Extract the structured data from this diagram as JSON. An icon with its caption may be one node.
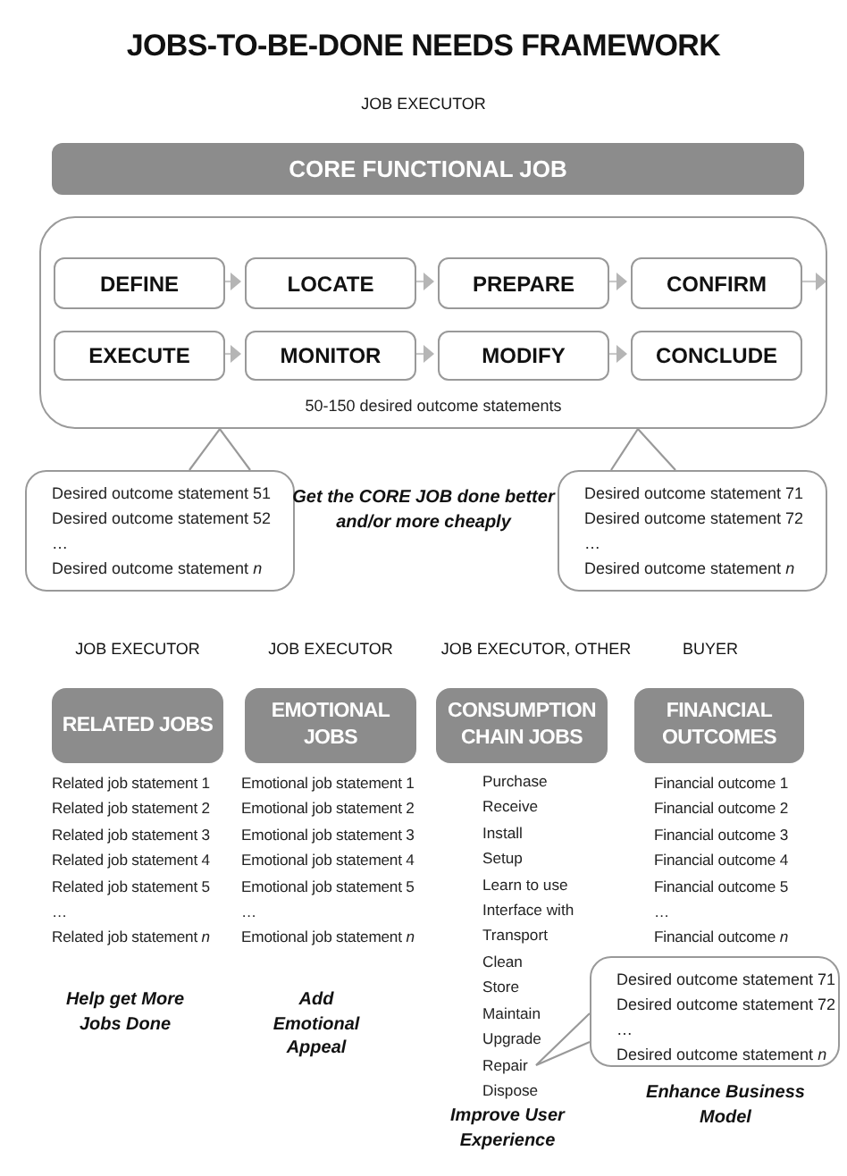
{
  "diagram": {
    "title": "JOBS-TO-BE-DONE NEEDS FRAMEWORK",
    "nodes": [
      {
        "text": [
          "CORE FUNCTIONAL JOB"
        ]
      },
      {
        "text": [
          "50-150 desired outcome statements"
        ]
      },
      {
        "text": [
          "DEFINE"
        ],
        "in": 1
      },
      {
        "text": [
          "LOCATE"
        ],
        "in": 1
      },
      {
        "text": [
          "PREPARE"
        ],
        "in": 1
      },
      {
        "text": [
          "CONFIRM"
        ],
        "in": 1
      },
      {
        "text": [
          "EXECUTE"
        ],
        "in": 1
      },
      {
        "text": [
          "MONITOR"
        ],
        "in": 1
      },
      {
        "text": [
          "MODIFY"
        ],
        "in": 1
      },
      {
        "text": [
          "CONCLUDE"
        ],
        "in": 1
      },
      {
        "text": [
          "Desired outcome statement 51",
          "Desired outcome statement 52",
          "…",
          "Desired outcome statement *n*"
        ]
      },
      {
        "text": [
          "Desired outcome statement 71",
          "Desired outcome statement 72",
          "…",
          "Desired outcome statement *n*"
        ]
      },
      {
        "text": [
          "RELATED JOBS"
        ],
        "beside": [
          "Related job statement 1",
          "Related job statement 2",
          "Related job statement 3",
          "Related job statement 4",
          "Related job statement 5",
          "…",
          "Related job statement *n*"
        ]
      },
      {
        "text": [
          "EMOTIONAL JOBS"
        ],
        "beside": [
          "Emotional job statement 1",
          "Emotional job statement 2",
          "Emotional job statement 3",
          "Emotional job statement 4",
          "Emotional job statement 5",
          "…",
          "Emotional job statement *n*"
        ]
      },
      {
        "text": [
          "CONSUMPTION CHAIN JOBS"
        ]
      },
      {
        "text": [
          "FINANCIAL OUTCOMES"
        ],
        "beside": [
          "Financial outcome 1",
          "Financial outcome 2",
          "Financial outcome 3",
          "Financial outcome 4",
          "Financial outcome 5",
          "…",
          "Financial outcome *n*"
        ]
      },
      {
        "text": [
          "Repair"
        ]
      },
      {
        "text": [
          "Desired outcome statement 71",
          "Desired outcome statement 72",
          "…",
          "Desired outcome statement *n*"
        ]
      }
    ],
    "edges": [
      {
        "from": 2,
        "to": 3,
        "arrow": "to"
      },
      {
        "from": 3,
        "to": 4,
        "arrow": "to"
      },
      {
        "from": 4,
        "to": 5,
        "arrow": "to"
      },
      {
        "from": 5,
        "to": 1,
        "arrow": "to"
      },
      {
        "from": 6,
        "to": 7,
        "arrow": "to"
      },
      {
        "from": 7,
        "to": 8,
        "arrow": "to"
      },
      {
        "from": 8,
        "to": 9,
        "arrow": "to"
      },
      {
        "from": 10,
        "to": 1,
        "arrow": "none"
      },
      {
        "from": 11,
        "to": 1,
        "arrow": "none"
      },
      {
        "from": 17,
        "to": 16,
        "arrow": "none"
      }
    ],
    "labels": [
      "JOB EXECUTOR",
      "Get the CORE JOB done better and/or more cheaply",
      "JOB EXECUTOR",
      "JOB EXECUTOR",
      "JOB EXECUTOR, OTHER",
      "BUYER",
      "Purchase",
      "Receive",
      "Install",
      "Setup",
      "Learn to use",
      "Interface with",
      "Transport",
      "Clean",
      "Store",
      "Maintain",
      "Upgrade",
      "Dispose",
      "Help get More Jobs Done",
      "Add Emotional Appeal",
      "Improve User Experience",
      "Enhance Business Model"
    ]
  }
}
